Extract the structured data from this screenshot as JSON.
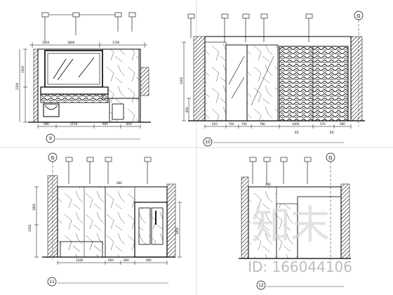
{
  "sheet": {
    "watermark_id": "ID: 166044106",
    "watermark_logo_text": "知末"
  },
  "views": [
    {
      "number": "9",
      "grid_tag": "",
      "top_dims": [
        "1950",
        "1800",
        "1700"
      ],
      "bottom_dims": [
        "580",
        "1150",
        "900",
        "850"
      ],
      "side_dims": [
        "1500",
        "3300"
      ]
    },
    {
      "number": "10",
      "grid_tag": "G",
      "top_dims": [],
      "bottom_dims": [
        "610",
        "700",
        "700",
        "780",
        "1000",
        "570",
        "580"
      ],
      "bottom_extra": [
        "ED",
        "ED"
      ],
      "side_dims": [
        "3300",
        "850"
      ]
    },
    {
      "number": "11",
      "grid_tag": "G",
      "top_dims": [
        "280"
      ],
      "bottom_dims": [
        "1180",
        "600",
        "600",
        "900"
      ],
      "side_dims": [
        "1800",
        "3300",
        "1850"
      ]
    },
    {
      "number": "12",
      "grid_tag": "G",
      "top_dims": [
        "280"
      ],
      "bottom_dims": [],
      "side_dims": []
    }
  ]
}
